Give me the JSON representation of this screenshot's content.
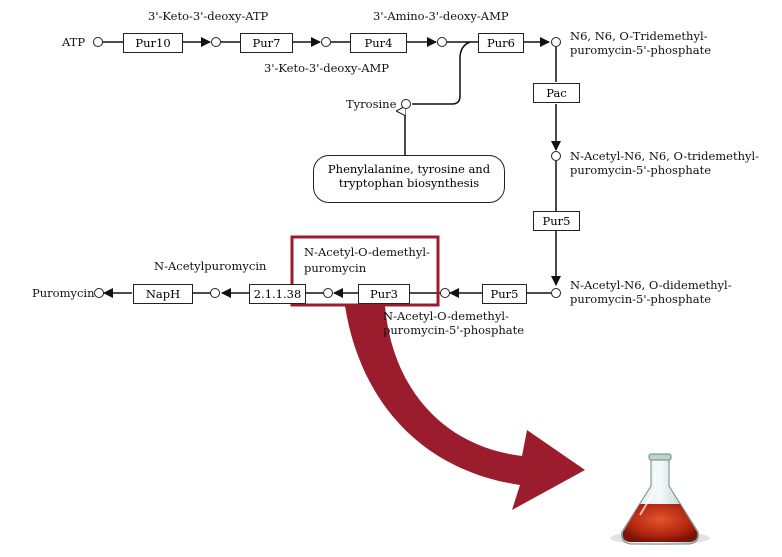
{
  "compounds": {
    "atp": "ATP",
    "keto_deoxy_atp": "3'-Keto-3'-deoxy-ATP",
    "keto_deoxy_amp": "3'-Keto-3'-deoxy-AMP",
    "amino_deoxy_amp": "3'-Amino-3'-deoxy-AMP",
    "trimethyl_line1": "N6, N6, O-Tridemethyl-",
    "trimethyl_line2": "puromycin-5'-phosphate",
    "tyrosine": "Tyrosine",
    "acetyl_tri_line1": "N-Acetyl-N6, N6, O-tridemethyl-",
    "acetyl_tri_line2": "puromycin-5'-phosphate",
    "acetyl_di_line1": "N-Acetyl-N6, O-didemethyl-",
    "acetyl_di_line2": "puromycin-5'-phosphate",
    "acetyl_o_demethyl_p_line1": "N-Acetyl-O-demethyl-",
    "acetyl_o_demethyl_p_line2": "puromycin-5'-phosphate",
    "acetyl_o_demethyl_line1": "N-Acetyl-O-demethyl-",
    "acetyl_o_demethyl_line2": "puromycin",
    "acetylpuromycin": "N-Acetylpuromycin",
    "puromycin": "Puromycin"
  },
  "enzymes": {
    "pur10": "Pur10",
    "pur7": "Pur7",
    "pur4": "Pur4",
    "pur6": "Pur6",
    "pac": "Pac",
    "pur5a": "Pur5",
    "pur5b": "Pur5",
    "pur3": "Pur3",
    "ec": "2.1.1.38",
    "naph": "NapH"
  },
  "pathway_link": {
    "line1": "Phenylalanine, tyrosine and",
    "line2": "tryptophan biosynthesis"
  },
  "colors": {
    "highlight": "#9b1c2c",
    "arrow": "#9b1c2c",
    "liquid": "#c8371b"
  },
  "icons": [
    "flask-icon",
    "big-curved-arrow-icon"
  ]
}
